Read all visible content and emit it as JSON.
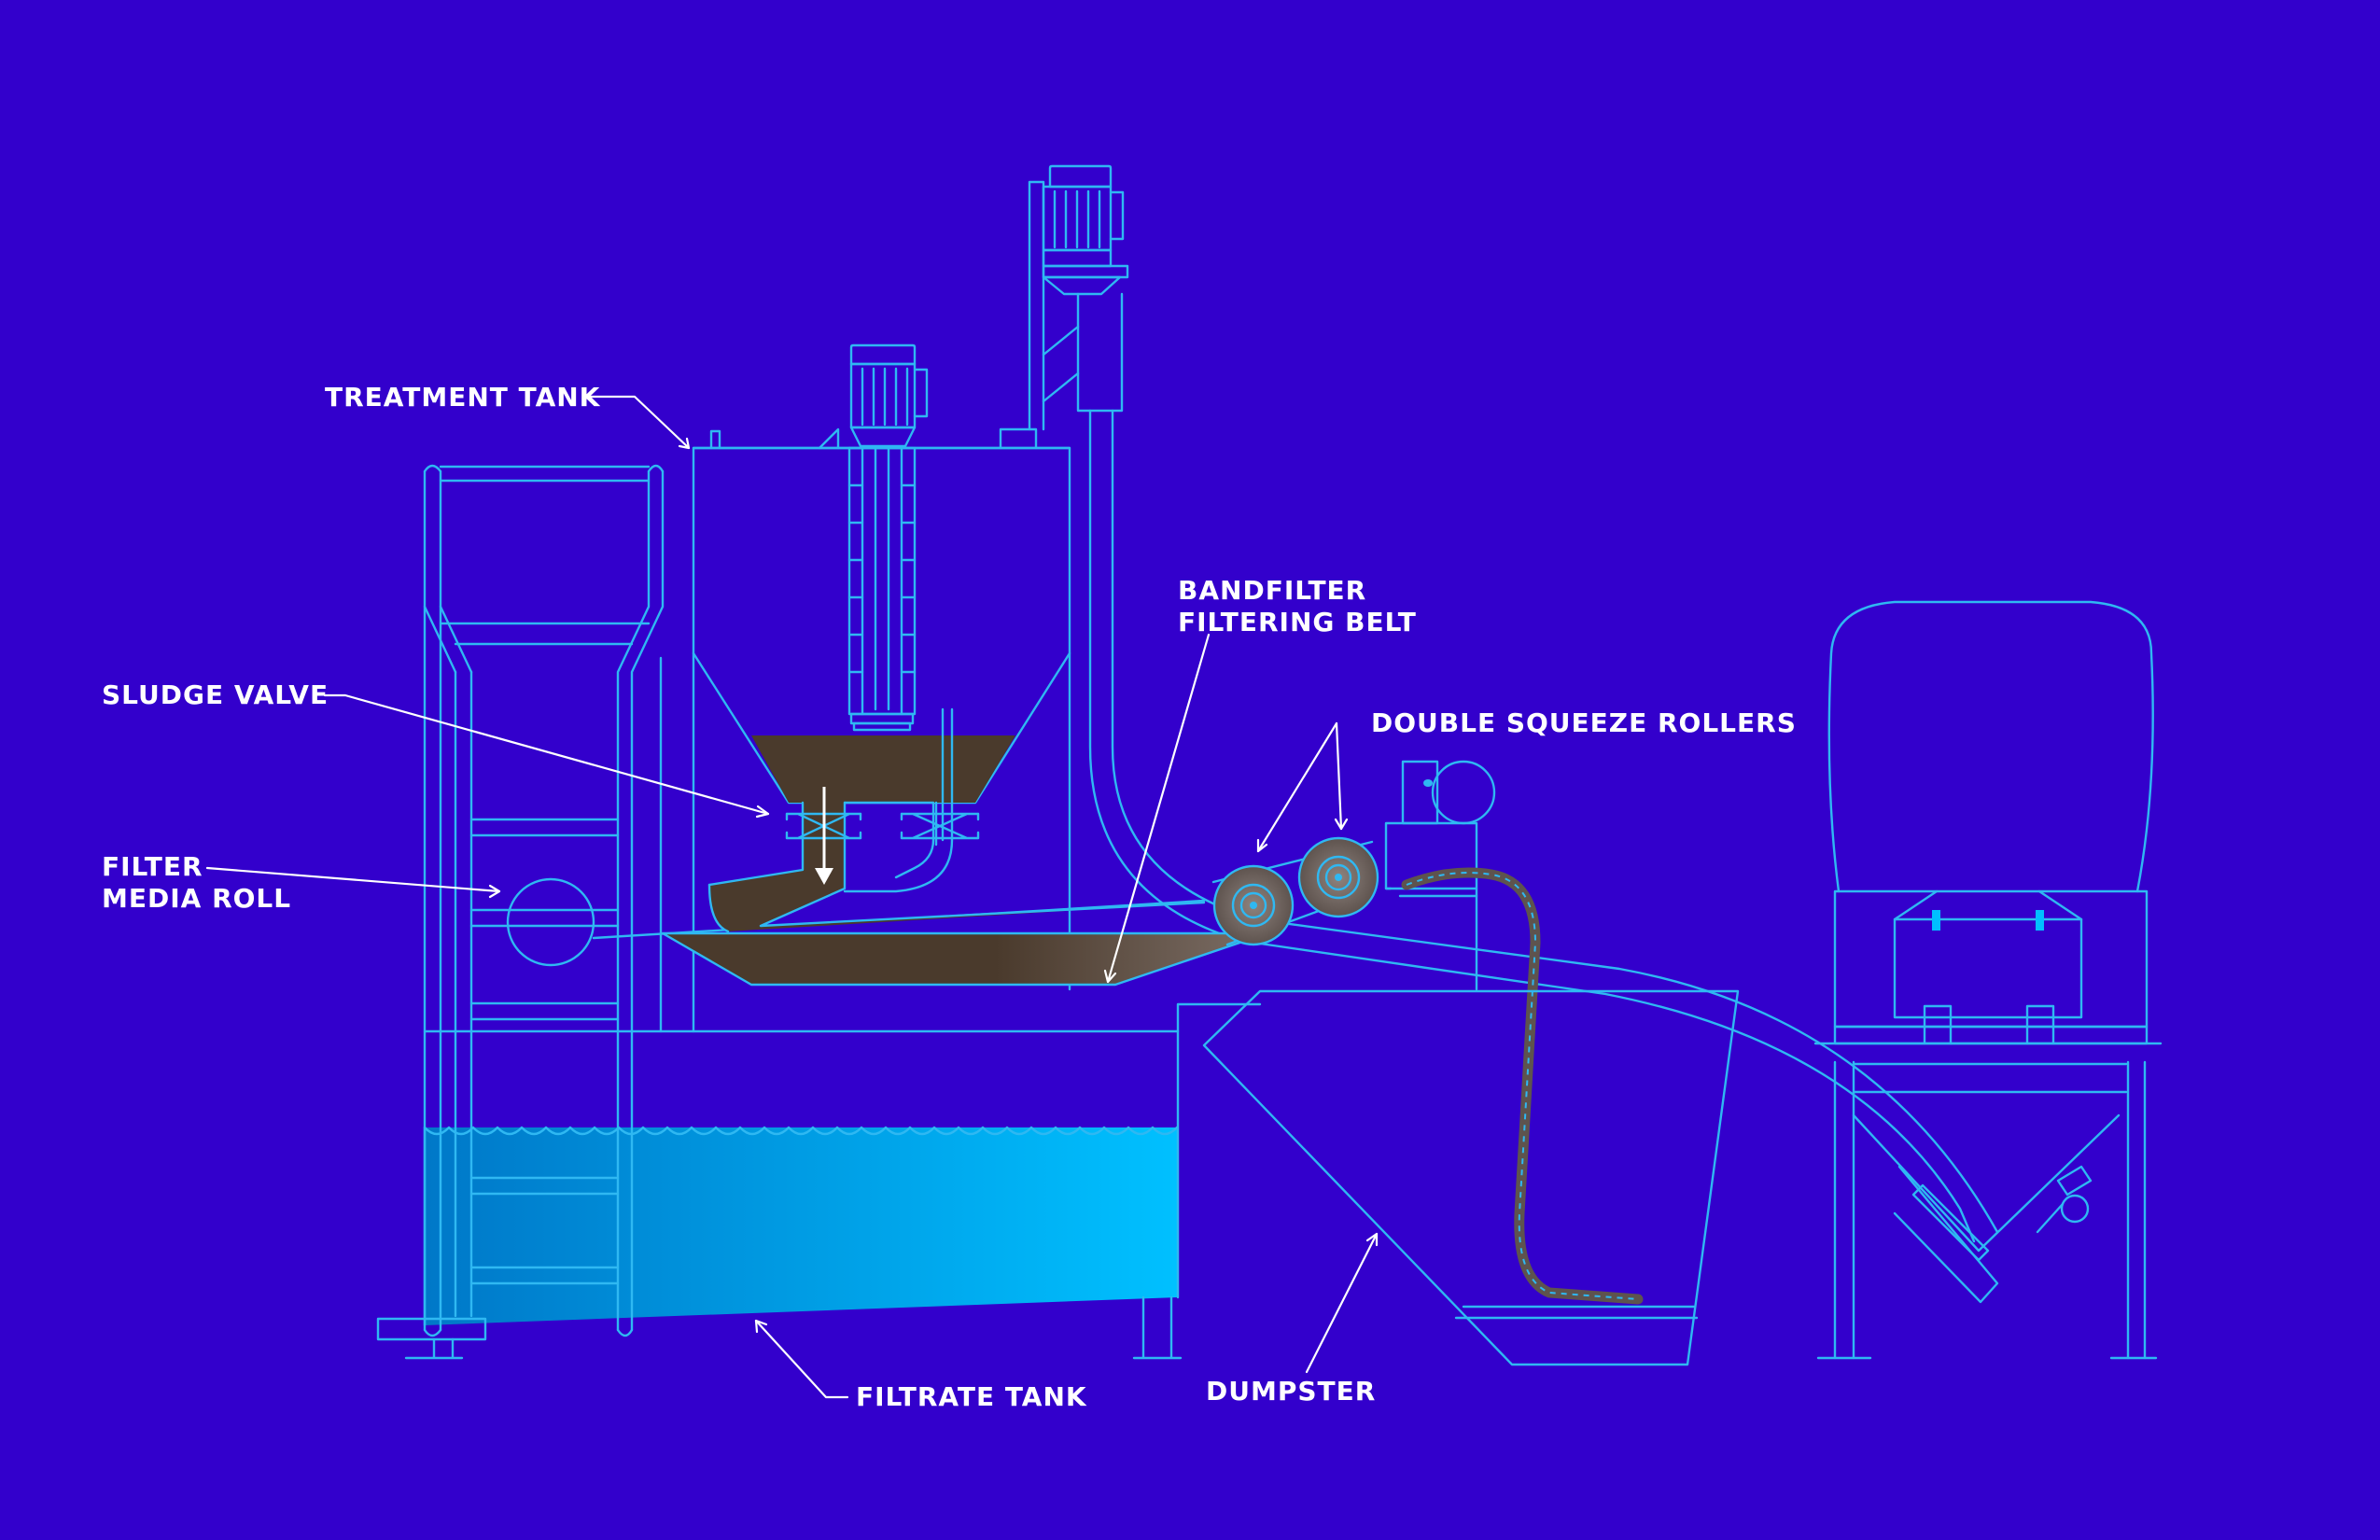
{
  "labels": {
    "treatment_tank": "TREATMENT TANK",
    "bandfilter_line1": "BANDFILTER",
    "bandfilter_line2": "FILTERING BELT",
    "sludge_valve": "SLUDGE VALVE",
    "double_squeeze_rollers": "DOUBLE SQUEEZE ROLLERS",
    "filter_media_line1": "FILTER",
    "filter_media_line2": "MEDIA ROLL",
    "filtrate_tank": "FILTRATE TANK",
    "dumpster": "DUMPSTER"
  },
  "colors": {
    "background": "#3300CC",
    "line": "#2FB8F2",
    "sludge": "#4A3A2C",
    "filtrate_light": "#00C0FF",
    "filtrate_dark": "#0078C8",
    "text": "#FFFFFF"
  }
}
